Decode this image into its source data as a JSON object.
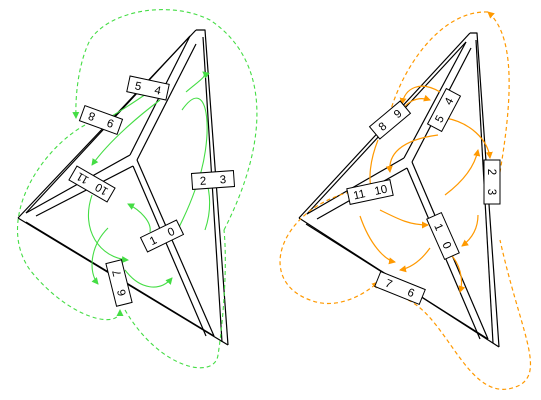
{
  "colors": {
    "green": "#44dd44",
    "orange": "#ff9900",
    "line": "#000000",
    "band": "#ffffff"
  },
  "left_diagram": {
    "labels": [
      "0",
      "1",
      "2",
      "3",
      "4",
      "5",
      "6",
      "7",
      "8",
      "9",
      "10",
      "11"
    ]
  },
  "right_diagram": {
    "labels": [
      "0",
      "1",
      "2",
      "3",
      "4",
      "5",
      "6",
      "7",
      "8",
      "9",
      "10",
      "11"
    ]
  }
}
